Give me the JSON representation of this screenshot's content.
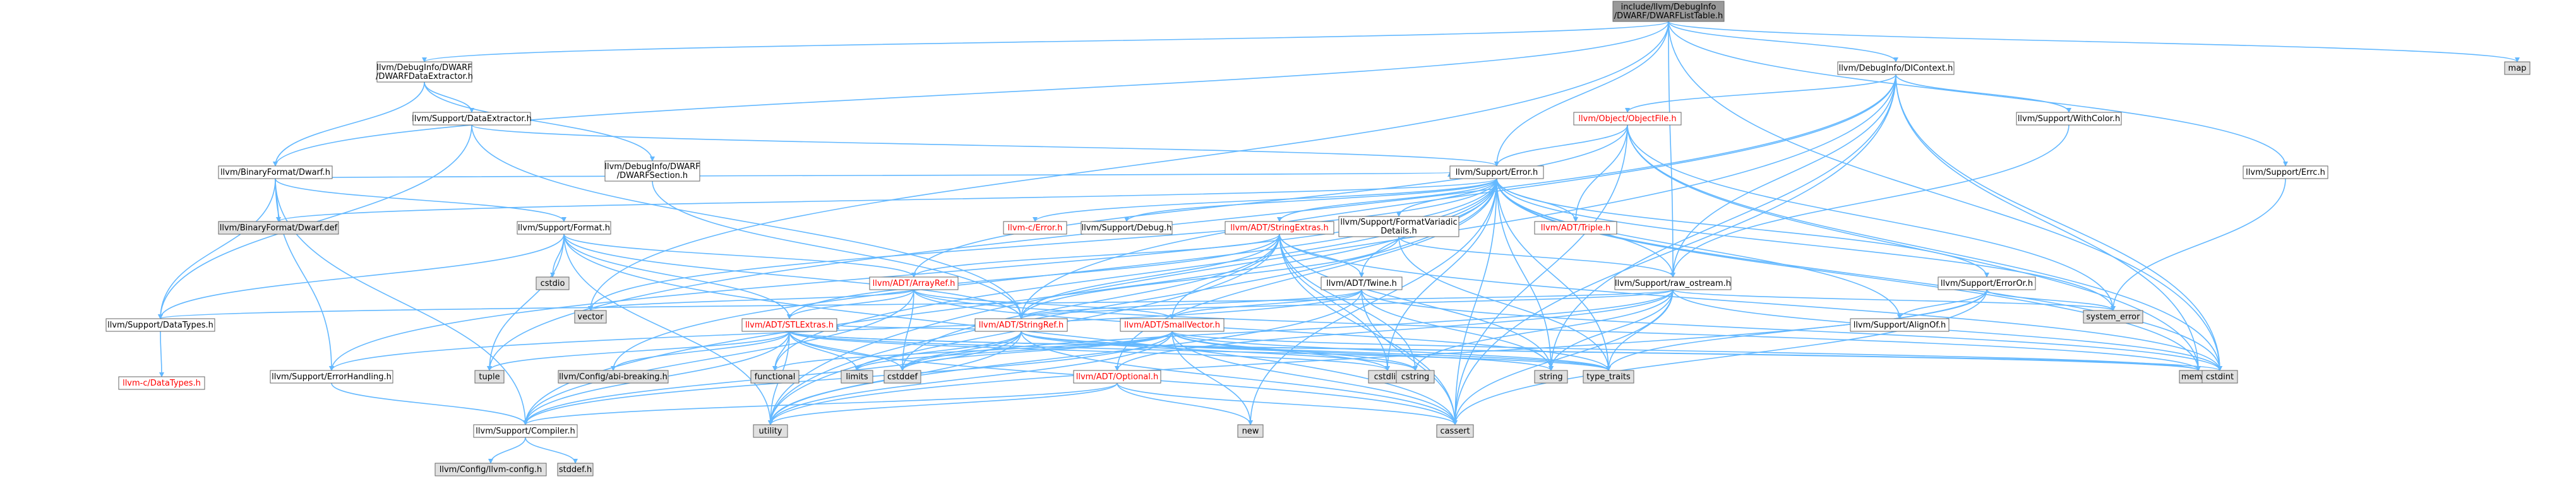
{
  "colors": {
    "edge": "#63b8ff",
    "root_fill": "#999999",
    "node_fill": "#ffffff",
    "external_fill": "#e0e0e0",
    "border": "#666666",
    "text": "#000000",
    "missing_text": "#ff0000"
  },
  "nodes": [
    {
      "id": "root",
      "lines": [
        "include/llvm/DebugInfo",
        "/DWARF/DWARFListTable.h"
      ],
      "kind": "root"
    },
    {
      "id": "dwarf_extractor",
      "lines": [
        "llvm/DebugInfo/DWARF",
        "/DWARFDataExtractor.h"
      ],
      "kind": "normal"
    },
    {
      "id": "dicontext",
      "lines": [
        "llvm/DebugInfo/DIContext.h"
      ],
      "kind": "normal"
    },
    {
      "id": "map",
      "lines": [
        "map"
      ],
      "kind": "external"
    },
    {
      "id": "data_extractor",
      "lines": [
        "llvm/Support/DataExtractor.h"
      ],
      "kind": "normal"
    },
    {
      "id": "object_file",
      "lines": [
        "llvm/Object/ObjectFile.h"
      ],
      "kind": "missing"
    },
    {
      "id": "with_color",
      "lines": [
        "llvm/Support/WithColor.h"
      ],
      "kind": "normal"
    },
    {
      "id": "binary_dwarf",
      "lines": [
        "llvm/BinaryFormat/Dwarf.h"
      ],
      "kind": "normal"
    },
    {
      "id": "dwarf_section",
      "lines": [
        "llvm/DebugInfo/DWARF",
        "/DWARFSection.h"
      ],
      "kind": "normal"
    },
    {
      "id": "support_error",
      "lines": [
        "llvm/Support/Error.h"
      ],
      "kind": "normal"
    },
    {
      "id": "errc",
      "lines": [
        "llvm/Support/Errc.h"
      ],
      "kind": "normal"
    },
    {
      "id": "dwarf_def",
      "lines": [
        "llvm/BinaryFormat/Dwarf.def"
      ],
      "kind": "external"
    },
    {
      "id": "support_format",
      "lines": [
        "llvm/Support/Format.h"
      ],
      "kind": "normal"
    },
    {
      "id": "c_error",
      "lines": [
        "llvm-c/Error.h"
      ],
      "kind": "missing"
    },
    {
      "id": "support_debug",
      "lines": [
        "llvm/Support/Debug.h"
      ],
      "kind": "normal"
    },
    {
      "id": "string_extras",
      "lines": [
        "llvm/ADT/StringExtras.h"
      ],
      "kind": "missing"
    },
    {
      "id": "format_variadic",
      "lines": [
        "llvm/Support/FormatVariadic",
        "Details.h"
      ],
      "kind": "normal"
    },
    {
      "id": "triple",
      "lines": [
        "llvm/ADT/Triple.h"
      ],
      "kind": "missing"
    },
    {
      "id": "cstdio",
      "lines": [
        "cstdio"
      ],
      "kind": "external"
    },
    {
      "id": "array_ref",
      "lines": [
        "llvm/ADT/ArrayRef.h"
      ],
      "kind": "missing"
    },
    {
      "id": "twine",
      "lines": [
        "llvm/ADT/Twine.h"
      ],
      "kind": "normal"
    },
    {
      "id": "raw_ostream",
      "lines": [
        "llvm/Support/raw_ostream.h"
      ],
      "kind": "normal"
    },
    {
      "id": "error_or",
      "lines": [
        "llvm/Support/ErrorOr.h"
      ],
      "kind": "normal"
    },
    {
      "id": "vector",
      "lines": [
        "vector"
      ],
      "kind": "external"
    },
    {
      "id": "data_types",
      "lines": [
        "llvm/Support/DataTypes.h"
      ],
      "kind": "normal"
    },
    {
      "id": "stl_extras",
      "lines": [
        "llvm/ADT/STLExtras.h"
      ],
      "kind": "missing"
    },
    {
      "id": "string_ref",
      "lines": [
        "llvm/ADT/StringRef.h"
      ],
      "kind": "missing"
    },
    {
      "id": "small_vector",
      "lines": [
        "llvm/ADT/SmallVector.h"
      ],
      "kind": "missing"
    },
    {
      "id": "system_error",
      "lines": [
        "system_error"
      ],
      "kind": "external"
    },
    {
      "id": "align_of",
      "lines": [
        "llvm/Support/AlignOf.h"
      ],
      "kind": "normal"
    },
    {
      "id": "c_data_types",
      "lines": [
        "llvm-c/DataTypes.h"
      ],
      "kind": "missing"
    },
    {
      "id": "tuple",
      "lines": [
        "tuple"
      ],
      "kind": "external"
    },
    {
      "id": "error_handling",
      "lines": [
        "llvm/Support/ErrorHandling.h"
      ],
      "kind": "normal"
    },
    {
      "id": "abi_breaking",
      "lines": [
        "llvm/Config/abi-breaking.h"
      ],
      "kind": "external"
    },
    {
      "id": "functional",
      "lines": [
        "functional"
      ],
      "kind": "external"
    },
    {
      "id": "limits",
      "lines": [
        "limits"
      ],
      "kind": "external"
    },
    {
      "id": "cstddef",
      "lines": [
        "cstddef"
      ],
      "kind": "external"
    },
    {
      "id": "optional",
      "lines": [
        "llvm/ADT/Optional.h"
      ],
      "kind": "missing"
    },
    {
      "id": "cstdlib",
      "lines": [
        "cstdlib"
      ],
      "kind": "external"
    },
    {
      "id": "cstring",
      "lines": [
        "cstring"
      ],
      "kind": "external"
    },
    {
      "id": "string",
      "lines": [
        "string"
      ],
      "kind": "external"
    },
    {
      "id": "type_traits",
      "lines": [
        "type_traits"
      ],
      "kind": "external"
    },
    {
      "id": "memory",
      "lines": [
        "memory"
      ],
      "kind": "external"
    },
    {
      "id": "cstdint",
      "lines": [
        "cstdint"
      ],
      "kind": "external"
    },
    {
      "id": "compiler",
      "lines": [
        "llvm/Support/Compiler.h"
      ],
      "kind": "normal"
    },
    {
      "id": "utility",
      "lines": [
        "utility"
      ],
      "kind": "external"
    },
    {
      "id": "new",
      "lines": [
        "new"
      ],
      "kind": "external"
    },
    {
      "id": "cassert",
      "lines": [
        "cassert"
      ],
      "kind": "external"
    },
    {
      "id": "llvm_config",
      "lines": [
        "llvm/Config/llvm-config.h"
      ],
      "kind": "external"
    },
    {
      "id": "stddef",
      "lines": [
        "stddef.h"
      ],
      "kind": "external"
    }
  ],
  "edges": [
    [
      "root",
      "dwarf_extractor"
    ],
    [
      "root",
      "dicontext"
    ],
    [
      "root",
      "map"
    ],
    [
      "root",
      "binary_dwarf"
    ],
    [
      "root",
      "support_error"
    ],
    [
      "root",
      "errc"
    ],
    [
      "root",
      "raw_ostream"
    ],
    [
      "root",
      "cstdint"
    ],
    [
      "root",
      "vector"
    ],
    [
      "dwarf_extractor",
      "data_extractor"
    ],
    [
      "dwarf_extractor",
      "dwarf_section"
    ],
    [
      "dwarf_extractor",
      "binary_dwarf"
    ],
    [
      "dicontext",
      "object_file"
    ],
    [
      "dicontext",
      "with_color"
    ],
    [
      "dicontext",
      "string_ref"
    ],
    [
      "dicontext",
      "raw_ostream"
    ],
    [
      "dicontext",
      "cassert"
    ],
    [
      "dicontext",
      "cstdint"
    ],
    [
      "dicontext",
      "memory"
    ],
    [
      "dicontext",
      "string"
    ],
    [
      "dicontext",
      "tuple"
    ],
    [
      "dicontext",
      "utility"
    ],
    [
      "data_extractor",
      "support_error"
    ],
    [
      "data_extractor",
      "string_ref"
    ],
    [
      "data_extractor",
      "data_types"
    ],
    [
      "object_file",
      "support_error"
    ],
    [
      "object_file",
      "array_ref"
    ],
    [
      "object_file",
      "triple"
    ],
    [
      "object_file",
      "cassert"
    ],
    [
      "object_file",
      "cstdint"
    ],
    [
      "object_file",
      "memory"
    ],
    [
      "object_file",
      "system_error"
    ],
    [
      "with_color",
      "raw_ostream"
    ],
    [
      "binary_dwarf",
      "dwarf_def"
    ],
    [
      "binary_dwarf",
      "support_format"
    ],
    [
      "binary_dwarf",
      "support_error"
    ],
    [
      "binary_dwarf",
      "error_handling"
    ],
    [
      "binary_dwarf",
      "data_types"
    ],
    [
      "binary_dwarf",
      "compiler"
    ],
    [
      "dwarf_section",
      "string_ref"
    ],
    [
      "support_error",
      "c_error"
    ],
    [
      "support_error",
      "support_debug"
    ],
    [
      "support_error",
      "string_extras"
    ],
    [
      "support_error",
      "twine"
    ],
    [
      "support_error",
      "abi_breaking"
    ],
    [
      "support_error",
      "align_of"
    ],
    [
      "support_error",
      "compiler"
    ],
    [
      "support_error",
      "error_handling"
    ],
    [
      "support_error",
      "error_or"
    ],
    [
      "support_error",
      "format_variadic"
    ],
    [
      "support_error",
      "raw_ostream"
    ],
    [
      "support_error",
      "cassert"
    ],
    [
      "support_error",
      "cstdint"
    ],
    [
      "support_error",
      "cstdlib"
    ],
    [
      "support_error",
      "functional"
    ],
    [
      "support_error",
      "memory"
    ],
    [
      "support_error",
      "new"
    ],
    [
      "support_error",
      "optional"
    ],
    [
      "support_error",
      "string"
    ],
    [
      "support_error",
      "system_error"
    ],
    [
      "support_error",
      "type_traits"
    ],
    [
      "support_error",
      "utility"
    ],
    [
      "support_error",
      "vector"
    ],
    [
      "support_error",
      "dwarf_def"
    ],
    [
      "support_error",
      "triple"
    ],
    [
      "errc",
      "system_error"
    ],
    [
      "support_format",
      "array_ref"
    ],
    [
      "support_format",
      "string_ref"
    ],
    [
      "support_format",
      "cassert"
    ],
    [
      "support_format",
      "cstdio"
    ],
    [
      "support_format",
      "tuple"
    ],
    [
      "support_format",
      "utility"
    ],
    [
      "support_format",
      "stl_extras"
    ],
    [
      "support_format",
      "data_types"
    ],
    [
      "string_extras",
      "array_ref"
    ],
    [
      "string_extras",
      "small_vector"
    ],
    [
      "string_extras",
      "string_ref"
    ],
    [
      "string_extras",
      "twine"
    ],
    [
      "string_extras",
      "cassert"
    ],
    [
      "string_extras",
      "cstddef"
    ],
    [
      "string_extras",
      "cstdint"
    ],
    [
      "string_extras",
      "cstdlib"
    ],
    [
      "string_extras",
      "cstring"
    ],
    [
      "string_extras",
      "iterator"
    ],
    [
      "string_extras",
      "string"
    ],
    [
      "string_extras",
      "utility"
    ],
    [
      "string_extras",
      "stl_extras"
    ],
    [
      "format_variadic",
      "string_ref"
    ],
    [
      "format_variadic",
      "raw_ostream"
    ],
    [
      "format_variadic",
      "type_traits"
    ],
    [
      "array_ref",
      "stl_extras"
    ],
    [
      "array_ref",
      "small_vector"
    ],
    [
      "array_ref",
      "compiler"
    ],
    [
      "array_ref",
      "vector"
    ],
    [
      "array_ref",
      "cstddef"
    ],
    [
      "array_ref",
      "memory"
    ],
    [
      "array_ref",
      "type_traits"
    ],
    [
      "twine",
      "small_vector"
    ],
    [
      "twine",
      "string_ref"
    ],
    [
      "twine",
      "error_handling"
    ],
    [
      "twine",
      "cassert"
    ],
    [
      "twine",
      "cstdint"
    ],
    [
      "twine",
      "string"
    ],
    [
      "twine",
      "utility"
    ],
    [
      "raw_ostream",
      "string_ref"
    ],
    [
      "raw_ostream",
      "data_types"
    ],
    [
      "raw_ostream",
      "cassert"
    ],
    [
      "raw_ostream",
      "cstddef"
    ],
    [
      "raw_ostream",
      "cstdint"
    ],
    [
      "raw_ostream",
      "cstring"
    ],
    [
      "raw_ostream",
      "string"
    ],
    [
      "raw_ostream",
      "optional"
    ],
    [
      "raw_ostream",
      "system_error"
    ],
    [
      "raw_ostream",
      "type_traits"
    ],
    [
      "error_or",
      "align_of"
    ],
    [
      "error_or",
      "cassert"
    ],
    [
      "error_or",
      "system_error"
    ],
    [
      "error_or",
      "type_traits"
    ],
    [
      "error_or",
      "utility"
    ],
    [
      "data_types",
      "c_data_types"
    ],
    [
      "stl_extras",
      "compiler"
    ],
    [
      "stl_extras",
      "cassert"
    ],
    [
      "stl_extras",
      "cstddef"
    ],
    [
      "stl_extras",
      "cstdint"
    ],
    [
      "stl_extras",
      "cstdlib"
    ],
    [
      "stl_extras",
      "functional"
    ],
    [
      "stl_extras",
      "limits"
    ],
    [
      "stl_extras",
      "memory"
    ],
    [
      "stl_extras",
      "tuple"
    ],
    [
      "stl_extras",
      "type_traits"
    ],
    [
      "stl_extras",
      "utility"
    ],
    [
      "stl_extras",
      "abi_breaking"
    ],
    [
      "string_ref",
      "compiler"
    ],
    [
      "string_ref",
      "stl_extras"
    ],
    [
      "string_ref",
      "cassert"
    ],
    [
      "string_ref",
      "cstddef"
    ],
    [
      "string_ref",
      "cstring"
    ],
    [
      "string_ref",
      "limits"
    ],
    [
      "string_ref",
      "string"
    ],
    [
      "string_ref",
      "type_traits"
    ],
    [
      "string_ref",
      "utility"
    ],
    [
      "small_vector",
      "compiler"
    ],
    [
      "small_vector",
      "cassert"
    ],
    [
      "small_vector",
      "cstddef"
    ],
    [
      "small_vector",
      "cstdlib"
    ],
    [
      "small_vector",
      "cstring"
    ],
    [
      "small_vector",
      "functional"
    ],
    [
      "small_vector",
      "limits"
    ],
    [
      "small_vector",
      "memory"
    ],
    [
      "small_vector",
      "new"
    ],
    [
      "small_vector",
      "type_traits"
    ],
    [
      "small_vector",
      "utility"
    ],
    [
      "optional",
      "compiler"
    ],
    [
      "optional",
      "cassert"
    ],
    [
      "optional",
      "new"
    ],
    [
      "optional",
      "utility"
    ],
    [
      "error_handling",
      "compiler"
    ],
    [
      "compiler",
      "llvm_config"
    ],
    [
      "compiler",
      "stddef"
    ]
  ]
}
